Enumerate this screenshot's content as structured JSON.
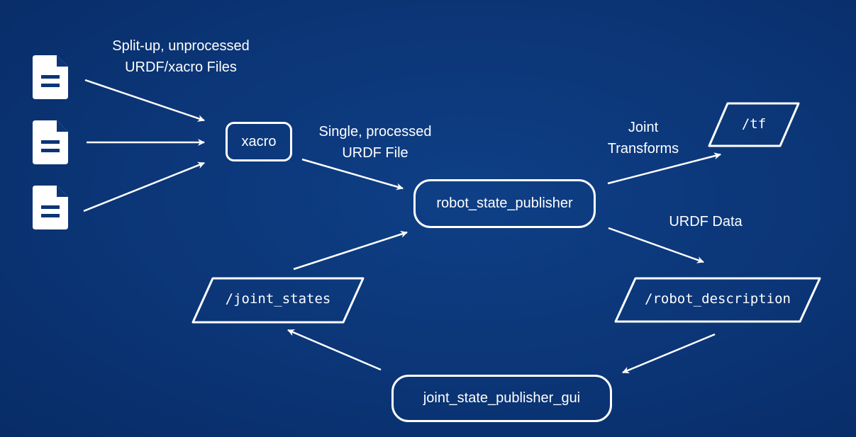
{
  "labels": {
    "split_line1": "Split-up, unprocessed",
    "split_line2": "URDF/xacro Files",
    "single_line1": "Single, processed",
    "single_line2": "URDF File",
    "joint_line1": "Joint",
    "joint_line2": "Transforms",
    "urdf_data": "URDF Data"
  },
  "nodes": {
    "xacro": "xacro",
    "robot_state_publisher": "robot_state_publisher",
    "joint_state_publisher_gui": "joint_state_publisher_gui"
  },
  "topics": {
    "tf": "/tf",
    "joint_states": "/joint_states",
    "robot_description": "/robot_description"
  },
  "icons": [
    "file-icon",
    "file-icon",
    "file-icon"
  ],
  "colors": {
    "background": "#0b3576",
    "foreground": "#ffffff"
  }
}
